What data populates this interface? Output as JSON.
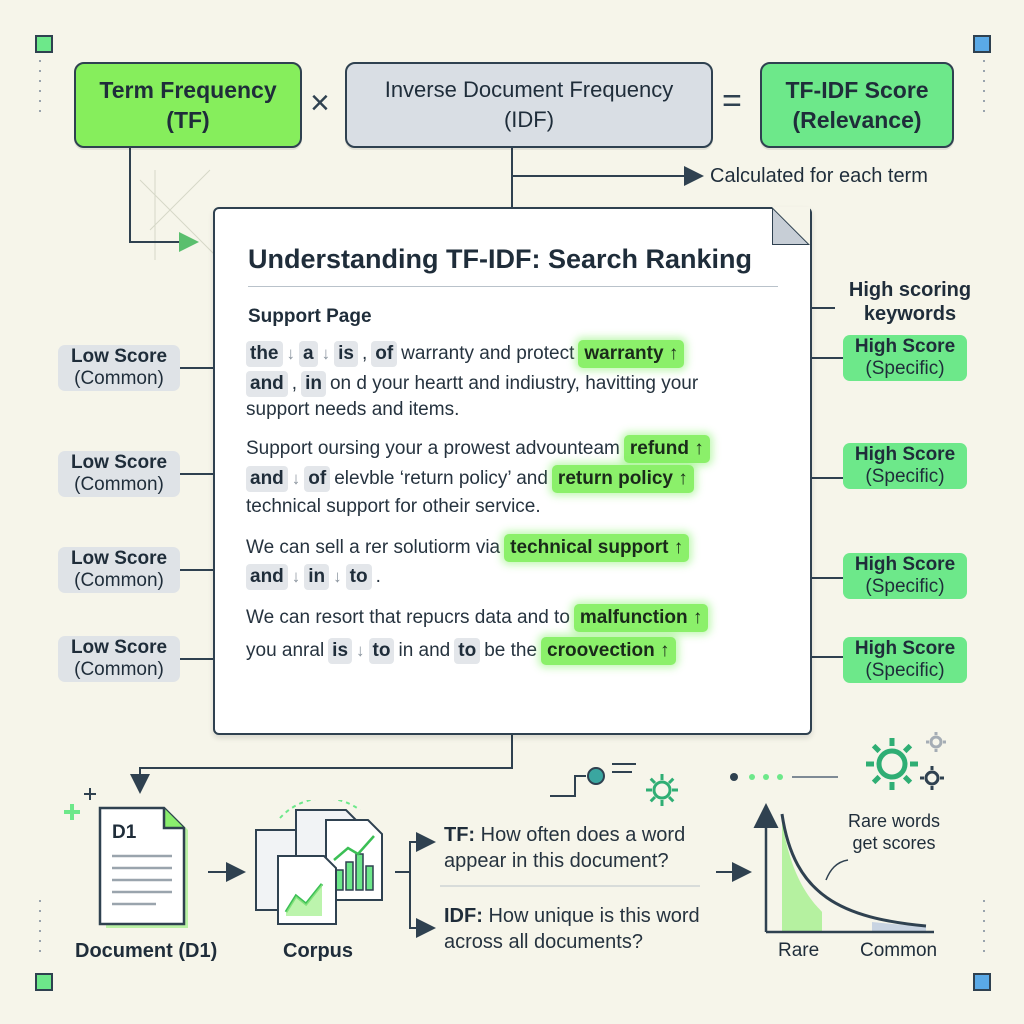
{
  "formula": {
    "tf_line1": "Term Frequency",
    "tf_line2": "(TF)",
    "times": "×",
    "idf_line1": "Inverse Document Frequency",
    "idf_line2": "(IDF)",
    "equals": "=",
    "score_line1": "TF-IDF Score",
    "score_line2": "(Relevance)",
    "note": "Calculated for each term"
  },
  "card": {
    "title": "Understanding TF-IDF: Search Ranking",
    "subtitle": "Support Page",
    "side_label_line1": "High scoring",
    "side_label_line2": "keywords",
    "low_badges": [
      {
        "line1": "Low Score",
        "line2": "(Common)"
      },
      {
        "line1": "Low Score",
        "line2": "(Common)"
      },
      {
        "line1": "Low Score",
        "line2": "(Common)"
      },
      {
        "line1": "Low Score",
        "line2": "(Common)"
      }
    ],
    "high_badges": [
      {
        "line1": "High Score",
        "line2": "(Specific)"
      },
      {
        "line1": "High Score",
        "line2": "(Specific)"
      },
      {
        "line1": "High Score",
        "line2": "(Specific)"
      },
      {
        "line1": "High Score",
        "line2": "(Specific)"
      }
    ],
    "p1": {
      "t_the": "the",
      "t_a": "a",
      "t_is": "is",
      "comma": ",",
      "t_of": "of",
      "text1": "warranty and protect",
      "kw": "warranty ↑",
      "t_and": "and",
      "comma2": ",",
      "t_in": "in",
      "text2": "on d your heartt and indiustry, havitting your",
      "text3": "support needs and items."
    },
    "p2": {
      "text1": "Support oursing your a prowest advounteam",
      "kw1": "refund ↑",
      "t_and": "and",
      "t_of": "of",
      "text2": "elevble ‘return policy’ and",
      "kw2": "return policy ↑",
      "text3": "technical support for otheir service."
    },
    "p3": {
      "text1": "We can sell a rer solutiorm via",
      "kw": "technical support ↑",
      "t_and": "and",
      "t_in": "in",
      "t_to": "to",
      "period": "."
    },
    "p4": {
      "text1": "We can resort that repucrs data and to",
      "kw1": "malfunction ↑",
      "text2": "you anral",
      "t_is": "is",
      "t_to": "to",
      "text3": "in and",
      "t_to2": "to",
      "text4": "be the",
      "kw2": "croovection ↑"
    }
  },
  "bottom": {
    "doc_tag": "D1",
    "doc_caption": "Document (D1)",
    "corpus_caption": "Corpus",
    "tf_label": "TF:",
    "tf_text_line1": "How often does a word",
    "tf_text_line2": "appear in this document?",
    "idf_label": "IDF:",
    "idf_text_line1": "How unique is this word",
    "idf_text_line2": "across all documents?",
    "curve_note_line1": "Rare words",
    "curve_note_line2": "get scores",
    "axis_left": "Rare",
    "axis_right": "Common"
  },
  "colors": {
    "green": "#86ee5c",
    "mint": "#6de88a",
    "grey": "#d9dee4",
    "ink": "#2f4150"
  }
}
